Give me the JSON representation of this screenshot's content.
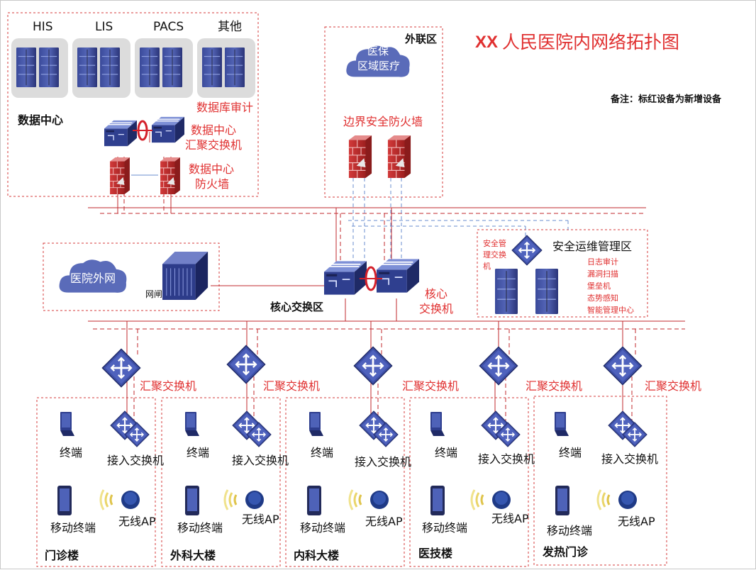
{
  "title": {
    "prefix": "XX",
    "main": "人民医院内网络拓扑图"
  },
  "note": "备注：标红设备为新增设备",
  "data_center": {
    "servers": [
      "HIS",
      "LIS",
      "PACS",
      "其他"
    ],
    "label": "数据中心",
    "db_audit": "数据库审计",
    "agg_switch": [
      "数据中心",
      "汇聚交换机"
    ],
    "firewall": [
      "数据中心",
      "防火墙"
    ]
  },
  "external_zone": {
    "label": "外联区",
    "cloud": [
      "医保",
      "区域医疗"
    ],
    "firewall": "边界安全防火墙"
  },
  "hospital_extranet": {
    "cloud": "医院外网",
    "gateway": "网闸"
  },
  "core": {
    "zone": "核心交换区",
    "switch": [
      "核心",
      "交换机"
    ]
  },
  "security_ops": {
    "label": "安全运维管理区",
    "mgmt_switch": [
      "安全管",
      "理交换",
      "机"
    ],
    "items": [
      "日志审计",
      "漏洞扫描",
      "堡垒机",
      "态势感知",
      "智能管理中心"
    ]
  },
  "common": {
    "agg_switch": "汇聚交换机",
    "terminal": "终端",
    "access_switch": "接入交换机",
    "mobile": "移动终端",
    "ap": "无线AP"
  },
  "buildings": [
    "门诊楼",
    "外科大楼",
    "内科大楼",
    "医技楼",
    "发热门诊"
  ]
}
